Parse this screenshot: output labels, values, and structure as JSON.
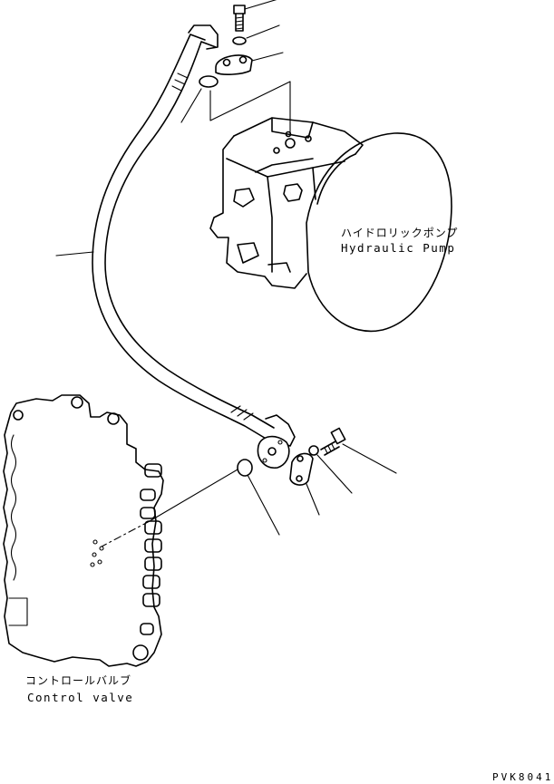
{
  "labels": {
    "pump_jp": "ハイドロリックポンプ",
    "pump_en": "Hydraulic Pump",
    "valve_jp": "コントロールバルブ",
    "valve_en": "Control valve",
    "drawing_code": "PVK8041"
  }
}
